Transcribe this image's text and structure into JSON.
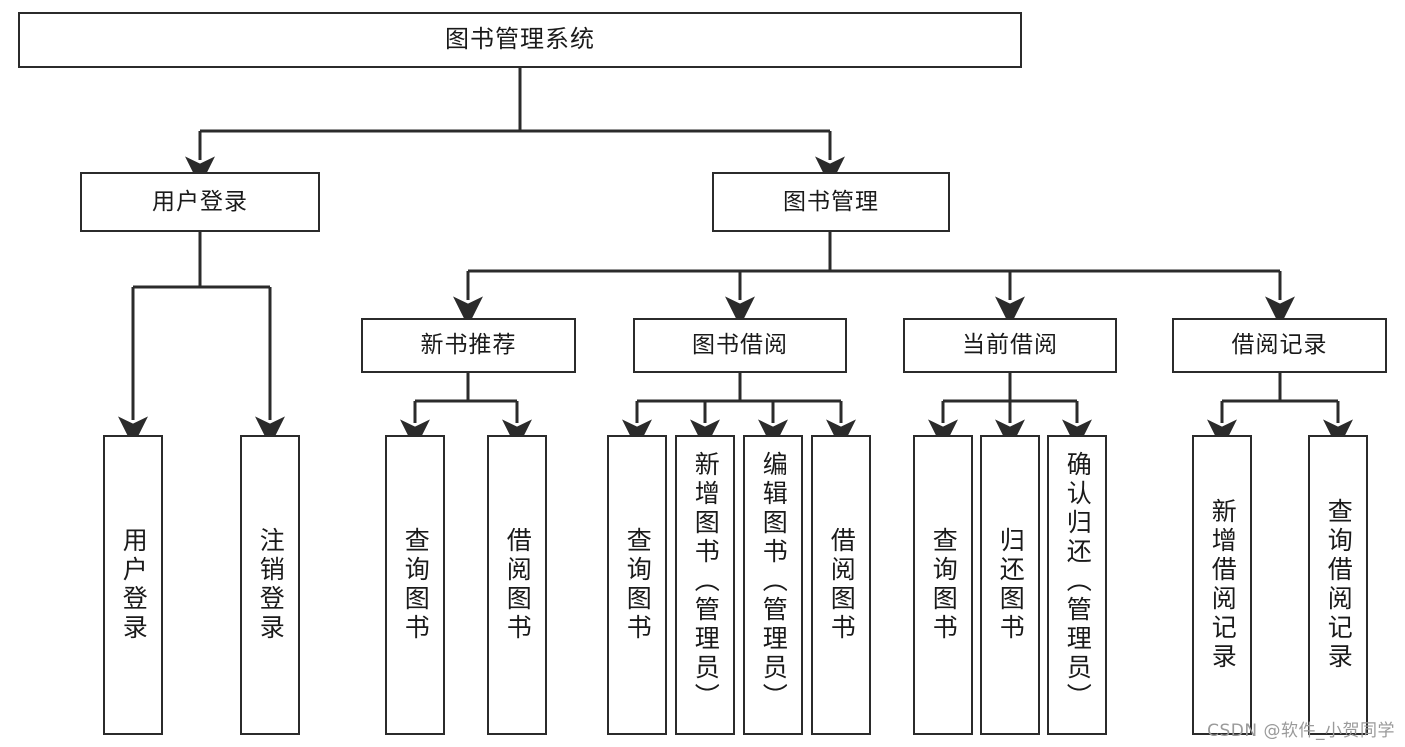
{
  "diagram": {
    "title": "图书管理系统",
    "type": "tree-structure-chart",
    "root": {
      "label": "图书管理系统"
    },
    "level2": [
      {
        "label": "用户登录"
      },
      {
        "label": "图书管理"
      }
    ],
    "level3": [
      {
        "label": "新书推荐"
      },
      {
        "label": "图书借阅"
      },
      {
        "label": "当前借阅"
      },
      {
        "label": "借阅记录"
      }
    ],
    "leaves": {
      "user_login": [
        {
          "label": "用户登录"
        },
        {
          "label": "注销登录"
        }
      ],
      "new_book_recommend": [
        {
          "label": "查询图书"
        },
        {
          "label": "借阅图书"
        }
      ],
      "book_borrow": [
        {
          "label": "查询图书"
        },
        {
          "label": "新增图书（管理员）"
        },
        {
          "label": "编辑图书（管理员）"
        },
        {
          "label": "借阅图书"
        }
      ],
      "current_borrow": [
        {
          "label": "查询图书"
        },
        {
          "label": "归还图书"
        },
        {
          "label": "确认归还（管理员）"
        }
      ],
      "borrow_record": [
        {
          "label": "新增借阅记录"
        },
        {
          "label": "查询借阅记录"
        }
      ]
    }
  },
  "watermark": {
    "text": "CSDN @软件_小贺同学"
  },
  "colors": {
    "stroke": "#2b2b2b",
    "text": "#1a1a1a",
    "background": "#ffffff",
    "watermark": "#9a9a9a"
  }
}
